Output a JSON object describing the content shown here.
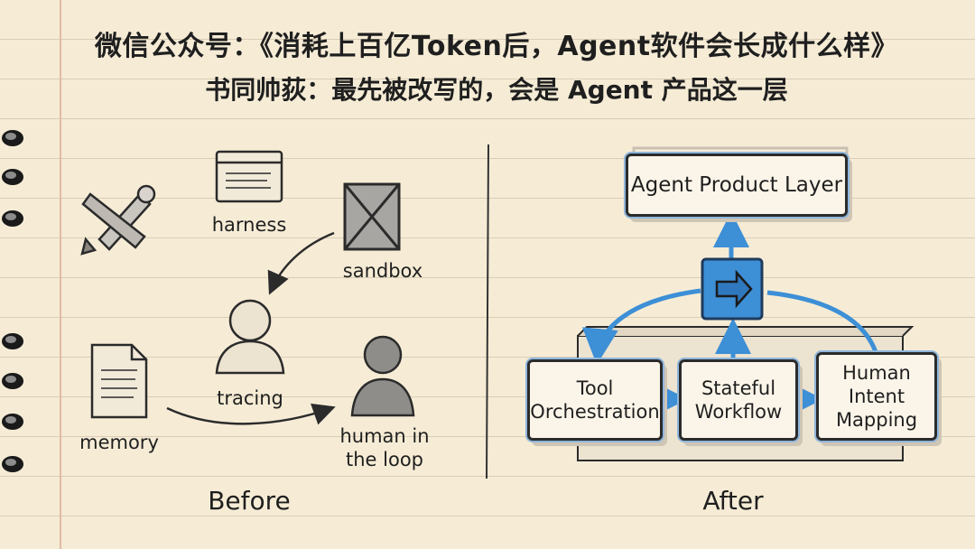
{
  "title": "微信公众号：《消耗上百亿Token后，Agent软件会长成什么样》",
  "subtitle": "书同帅荻：最先被改写的，会是 Agent 产品这一层",
  "before": {
    "heading": "Before",
    "items": {
      "harness": "harness",
      "sandbox": "sandbox",
      "tracing": "tracing",
      "memory": "memory",
      "human_line1": "human in",
      "human_line2": "the loop"
    }
  },
  "after": {
    "heading": "After",
    "top_box": "Agent Product Layer",
    "boxes": {
      "tool_line1": "Tool",
      "tool_line2": "Orchestration",
      "stateful_line1": "Stateful",
      "stateful_line2": "Workflow",
      "human_line1": "Human",
      "human_line2": "Intent",
      "human_line3": "Mapping"
    }
  },
  "colors": {
    "accent": "#3d8fd6",
    "ink": "#1f1f1f",
    "paper": "#f6ecd6"
  }
}
